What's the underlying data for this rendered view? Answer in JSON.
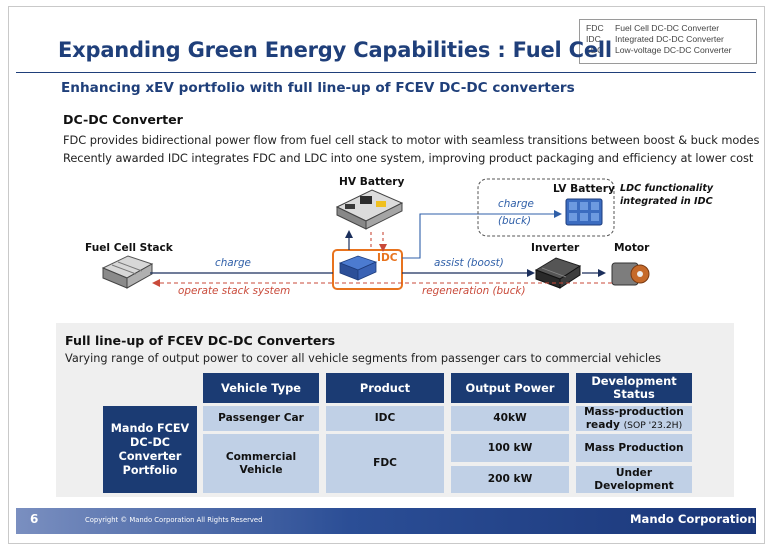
{
  "abbreviations": [
    {
      "key": "FDC",
      "value": "Fuel Cell DC-DC Converter"
    },
    {
      "key": "IDC",
      "value": "Integrated DC-DC Converter"
    },
    {
      "key": "LDC",
      "value": "Low-voltage DC-DC Converter"
    }
  ],
  "title": "Expanding Green Energy Capabilities : Fuel Cell",
  "subtitle": "Enhancing xEV portfolio with full line-up of FCEV DC-DC converters",
  "dcdc": {
    "heading": "DC-DC Converter",
    "line1": "FDC provides bidirectional power flow from fuel cell stack to motor with seamless transitions between boost & buck modes",
    "line2": "Recently awarded IDC integrates FDC and LDC into one system, improving product packaging and efficiency at lower cost"
  },
  "diagram": {
    "hv_battery": "HV Battery",
    "lv_battery": "LV Battery",
    "fuel_cell_stack": "Fuel Cell Stack",
    "inverter": "Inverter",
    "motor": "Motor",
    "idc": "IDC",
    "charge_left": "charge",
    "operate": "operate stack system",
    "assist": "assist (boost)",
    "regeneration": "regeneration (buck)",
    "lv_charge": "charge",
    "lv_buck": "(buck)",
    "note_line1": "LDC functionality",
    "note_line2": "integrated in IDC"
  },
  "lineup": {
    "heading": "Full line-up of FCEV DC-DC Converters",
    "description": "Varying range of output power to cover all vehicle segments from passenger cars to commercial vehicles",
    "headers": {
      "vehicle_type": "Vehicle Type",
      "product": "Product",
      "output_power": "Output Power",
      "status_line1": "Development",
      "status_line2": "Status"
    },
    "portfolio_label": [
      "Mando FCEV",
      "DC-DC",
      "Converter",
      "Portfolio"
    ],
    "passenger_car": "Passenger Car",
    "commercial_vehicle": "Commercial Vehicle",
    "idc": "IDC",
    "fdc": "FDC",
    "power_40": "40kW",
    "power_100": "100 kW",
    "power_200": "200 kW",
    "status_mp_ready_1": "Mass-production",
    "status_mp_ready_2": "ready",
    "status_sop": "(SOP '23.2H)",
    "status_mass_production": "Mass Production",
    "status_under_1": "Under",
    "status_under_2": "Development"
  },
  "footer": {
    "page": "6",
    "copyright": "Copyright © Mando Corporation All Rights Reserved",
    "brand": "Mando Corporation"
  },
  "colors": {
    "title_blue": "#1f3f7a",
    "header_navy": "#1b3b73",
    "cell_blue": "#c0d0e6",
    "flow_blue": "#2f5fa8",
    "flow_red": "#c94a3a",
    "idc_orange": "#e8731e"
  }
}
